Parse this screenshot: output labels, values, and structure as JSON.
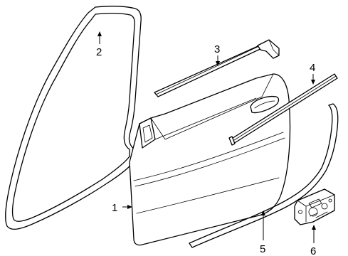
{
  "diagram": {
    "callouts": [
      {
        "id": "c1",
        "text": "1"
      },
      {
        "id": "c2",
        "text": "2"
      },
      {
        "id": "c3",
        "text": "3"
      },
      {
        "id": "c4",
        "text": "4"
      },
      {
        "id": "c5",
        "text": "5"
      },
      {
        "id": "c6",
        "text": "6"
      }
    ]
  }
}
